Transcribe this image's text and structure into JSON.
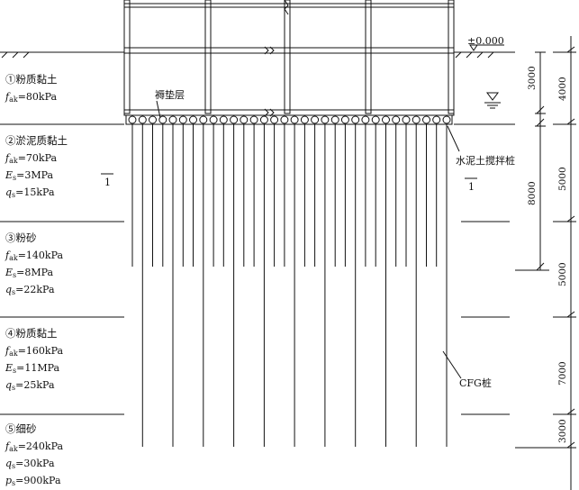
{
  "elevation_mark": "±0.000",
  "labels": {
    "cushion": "褥垫层",
    "cement_pile": "水泥土搅拌桩",
    "cfg_pile": "CFG桩",
    "section_left": "1",
    "section_right": "1"
  },
  "layers": [
    {
      "name": "①粉质黏土",
      "props": [
        {
          "sym": "f",
          "sub": "ak",
          "val": "=80kPa"
        }
      ]
    },
    {
      "name": "②淤泥质黏土",
      "props": [
        {
          "sym": "f",
          "sub": "ak",
          "val": "=70kPa"
        },
        {
          "sym": "E",
          "sub": "s",
          "val": "=3MPa"
        },
        {
          "sym": "q",
          "sub": "s",
          "val": "=15kPa"
        }
      ]
    },
    {
      "name": "③粉砂",
      "props": [
        {
          "sym": "f",
          "sub": "ak",
          "val": "=140kPa"
        },
        {
          "sym": "E",
          "sub": "s",
          "val": "=8MPa"
        },
        {
          "sym": "q",
          "sub": "s",
          "val": "=22kPa"
        }
      ]
    },
    {
      "name": "④粉质黏土",
      "props": [
        {
          "sym": "f",
          "sub": "ak",
          "val": "=160kPa"
        },
        {
          "sym": "E",
          "sub": "s",
          "val": "=11MPa"
        },
        {
          "sym": "q",
          "sub": "s",
          "val": "=25kPa"
        }
      ]
    },
    {
      "name": "⑤细砂",
      "props": [
        {
          "sym": "f",
          "sub": "ak",
          "val": "=240kPa"
        },
        {
          "sym": "q",
          "sub": "s",
          "val": "=30kPa"
        },
        {
          "sym": "p",
          "sub": "s",
          "val": "=900kPa"
        }
      ]
    }
  ],
  "dimensions": {
    "inner_3000_top": "3000",
    "inner_8000": "8000",
    "outer_4000": "4000",
    "outer_5000_a": "5000",
    "outer_5000_b": "5000",
    "outer_7000": "7000",
    "outer_3000_bottom": "3000"
  }
}
